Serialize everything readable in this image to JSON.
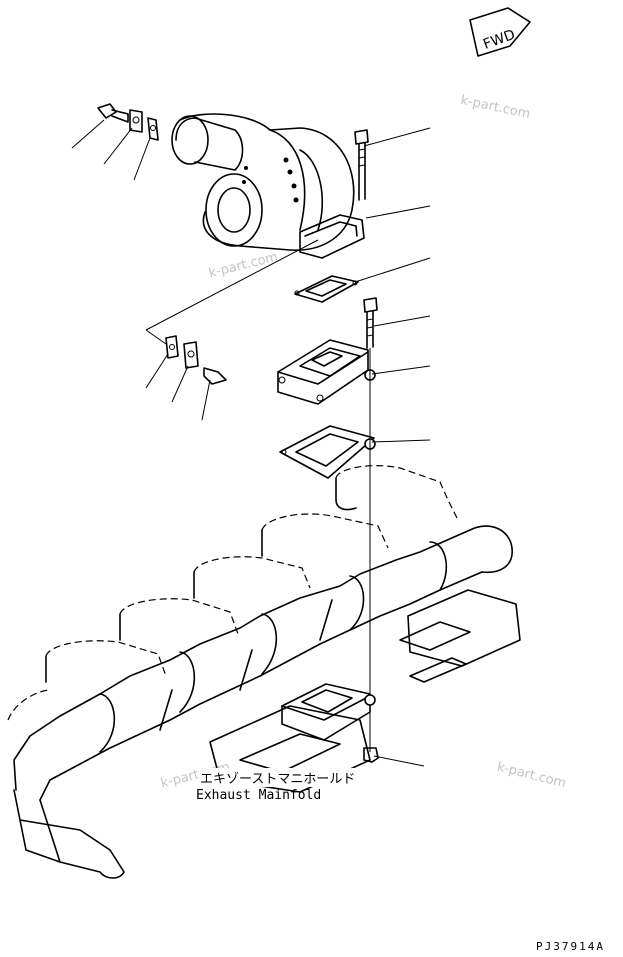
{
  "fwd_badge": {
    "text": "FWD"
  },
  "caption": {
    "japanese": "エキゾーストマニホールド",
    "english": "Exhaust Mainfold"
  },
  "drawing_number": "PJ37914A",
  "watermarks": [
    "k-part.com",
    "k-part.com",
    "k-part.com",
    "k-part.com"
  ]
}
